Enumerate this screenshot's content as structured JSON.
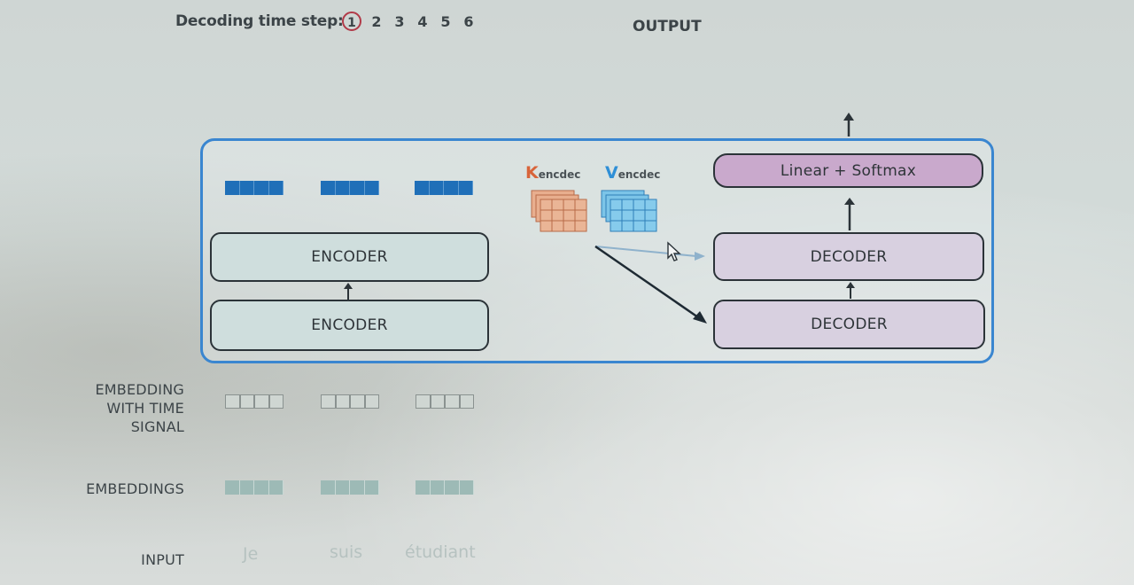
{
  "header": {
    "step_label": "Decoding time step:",
    "steps": [
      "1",
      "2",
      "3",
      "4",
      "5",
      "6"
    ],
    "active_step": "1",
    "output_label": "OUTPUT"
  },
  "encoder_stack": {
    "top_label": "ENCODER",
    "bottom_label": "ENCODER"
  },
  "decoder_stack": {
    "linear_label": "Linear + Softmax",
    "top_label": "DECODER",
    "bottom_label": "DECODER"
  },
  "attention": {
    "k_letter": "K",
    "k_sub": "encdec",
    "v_letter": "V",
    "v_sub": "encdec"
  },
  "rows": {
    "embedding_with_time_signal": [
      "EMBEDDING",
      "WITH TIME",
      "SIGNAL"
    ],
    "embeddings": "EMBEDDINGS",
    "input": "INPUT"
  },
  "input_words": [
    "Je",
    "suis",
    "étudiant"
  ],
  "colors": {
    "frame_blue": "#3a86d0",
    "encoder_fill": "#cfdedd",
    "decoder_fill": "#d8d0e0",
    "linear_fill": "#c9a9cc",
    "key_color": "#d8643a",
    "value_color": "#2f8fd6",
    "active_step_ring": "#b13a48"
  }
}
